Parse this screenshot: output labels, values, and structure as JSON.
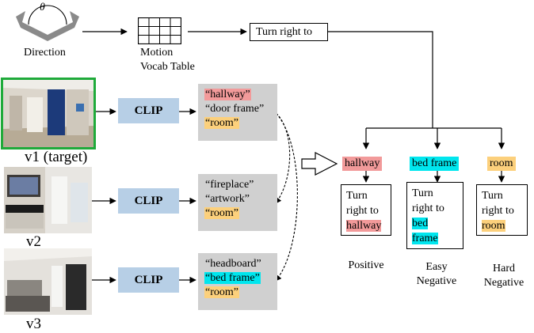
{
  "direction": {
    "theta": "θ",
    "label": "Direction"
  },
  "vocab": {
    "label_line1": "Motion",
    "label_line2": "Vocab Table"
  },
  "instruction": "Turn right to",
  "clip_label": "CLIP",
  "views": [
    {
      "label": "v1 (target)",
      "words": [
        "“hallway”",
        "“door frame”",
        "“room”"
      ]
    },
    {
      "label": "v2",
      "words": [
        "“fireplace”",
        "“artwork”",
        "“room”"
      ]
    },
    {
      "label": "v3",
      "words": [
        "“headboard”",
        "“bed frame”",
        "“room”"
      ]
    }
  ],
  "candidates": [
    {
      "tag": "hallway",
      "sentence": [
        "Turn",
        "right to",
        "hallway"
      ],
      "caption": [
        "Positive"
      ]
    },
    {
      "tag": "bed frame",
      "sentence": [
        "Turn",
        "right to",
        "bed",
        "frame"
      ],
      "caption": [
        "Easy",
        "Negative"
      ]
    },
    {
      "tag": "room",
      "sentence": [
        "Turn",
        "right to",
        "room"
      ],
      "caption": [
        "Hard",
        "Negative"
      ]
    }
  ],
  "colors": {
    "red": "#f29a9a",
    "cyan": "#00e6ee",
    "yellow": "#fcd07c",
    "clip": "#b7cfe6",
    "target_border": "#1faa3a"
  }
}
